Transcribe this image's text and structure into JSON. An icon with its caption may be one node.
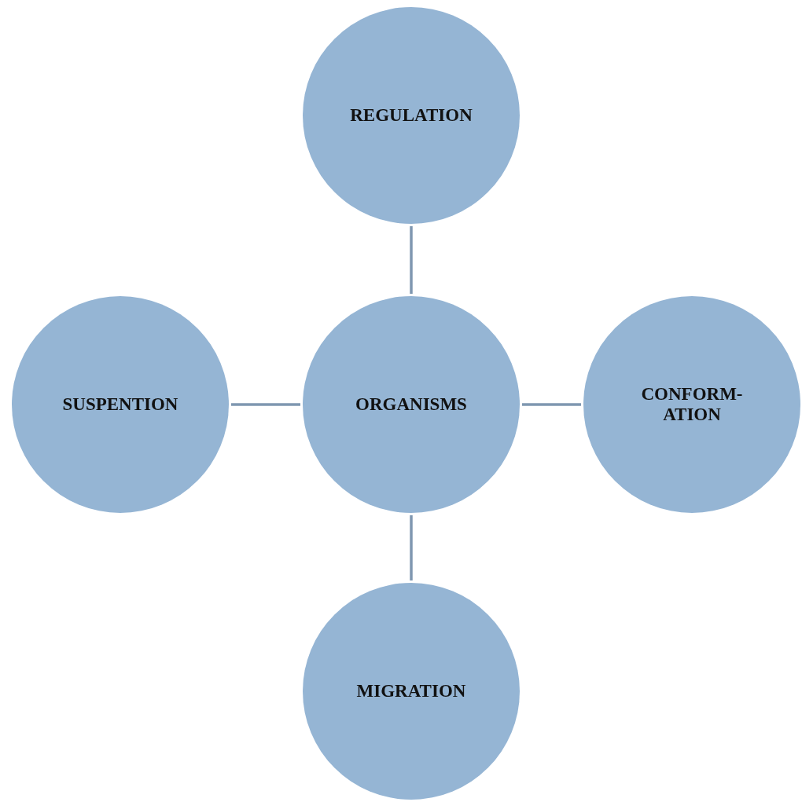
{
  "diagram": {
    "nodes": [
      {
        "text": [
          "REGULATION"
        ]
      },
      {
        "text": [
          "SUSPENTION"
        ]
      },
      {
        "text": [
          "ORGANISMS"
        ]
      },
      {
        "text": [
          "CONFORM- ATION"
        ]
      },
      {
        "text": [
          "MIGRATION"
        ]
      }
    ],
    "edges": [
      {
        "from": 2,
        "to": 0,
        "arrow": "none"
      },
      {
        "from": 1,
        "to": 2,
        "arrow": "none"
      },
      {
        "from": 2,
        "to": 3,
        "arrow": "none"
      },
      {
        "from": 2,
        "to": 4,
        "arrow": "none"
      }
    ]
  }
}
